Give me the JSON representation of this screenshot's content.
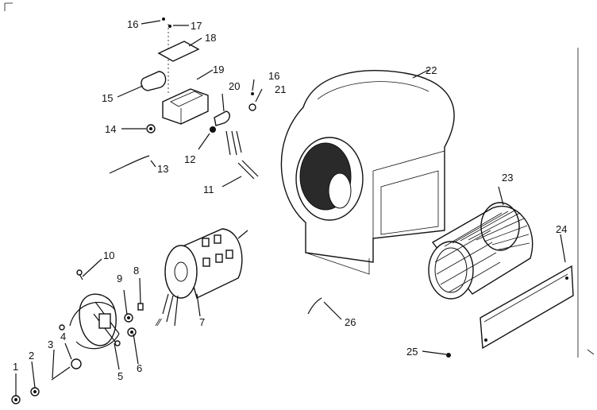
{
  "diagram": {
    "type": "exploded-parts-diagram",
    "callouts": [
      {
        "id": "c1",
        "text": "1"
      },
      {
        "id": "c2",
        "text": "2"
      },
      {
        "id": "c3",
        "text": "3"
      },
      {
        "id": "c4",
        "text": "4"
      },
      {
        "id": "c5",
        "text": "5"
      },
      {
        "id": "c6",
        "text": "6"
      },
      {
        "id": "c7",
        "text": "7"
      },
      {
        "id": "c8",
        "text": "8"
      },
      {
        "id": "c9",
        "text": "9"
      },
      {
        "id": "c10",
        "text": "10"
      },
      {
        "id": "c11",
        "text": "11"
      },
      {
        "id": "c12",
        "text": "12"
      },
      {
        "id": "c13",
        "text": "13"
      },
      {
        "id": "c14",
        "text": "14"
      },
      {
        "id": "c15",
        "text": "15"
      },
      {
        "id": "c16a",
        "text": "16"
      },
      {
        "id": "c16b",
        "text": "16"
      },
      {
        "id": "c17",
        "text": "17"
      },
      {
        "id": "c18",
        "text": "18"
      },
      {
        "id": "c19",
        "text": "19"
      },
      {
        "id": "c20",
        "text": "20"
      },
      {
        "id": "c21",
        "text": "21"
      },
      {
        "id": "c22",
        "text": "22"
      },
      {
        "id": "c23",
        "text": "23"
      },
      {
        "id": "c24",
        "text": "24"
      },
      {
        "id": "c25",
        "text": "25"
      },
      {
        "id": "c26",
        "text": "26"
      }
    ]
  }
}
